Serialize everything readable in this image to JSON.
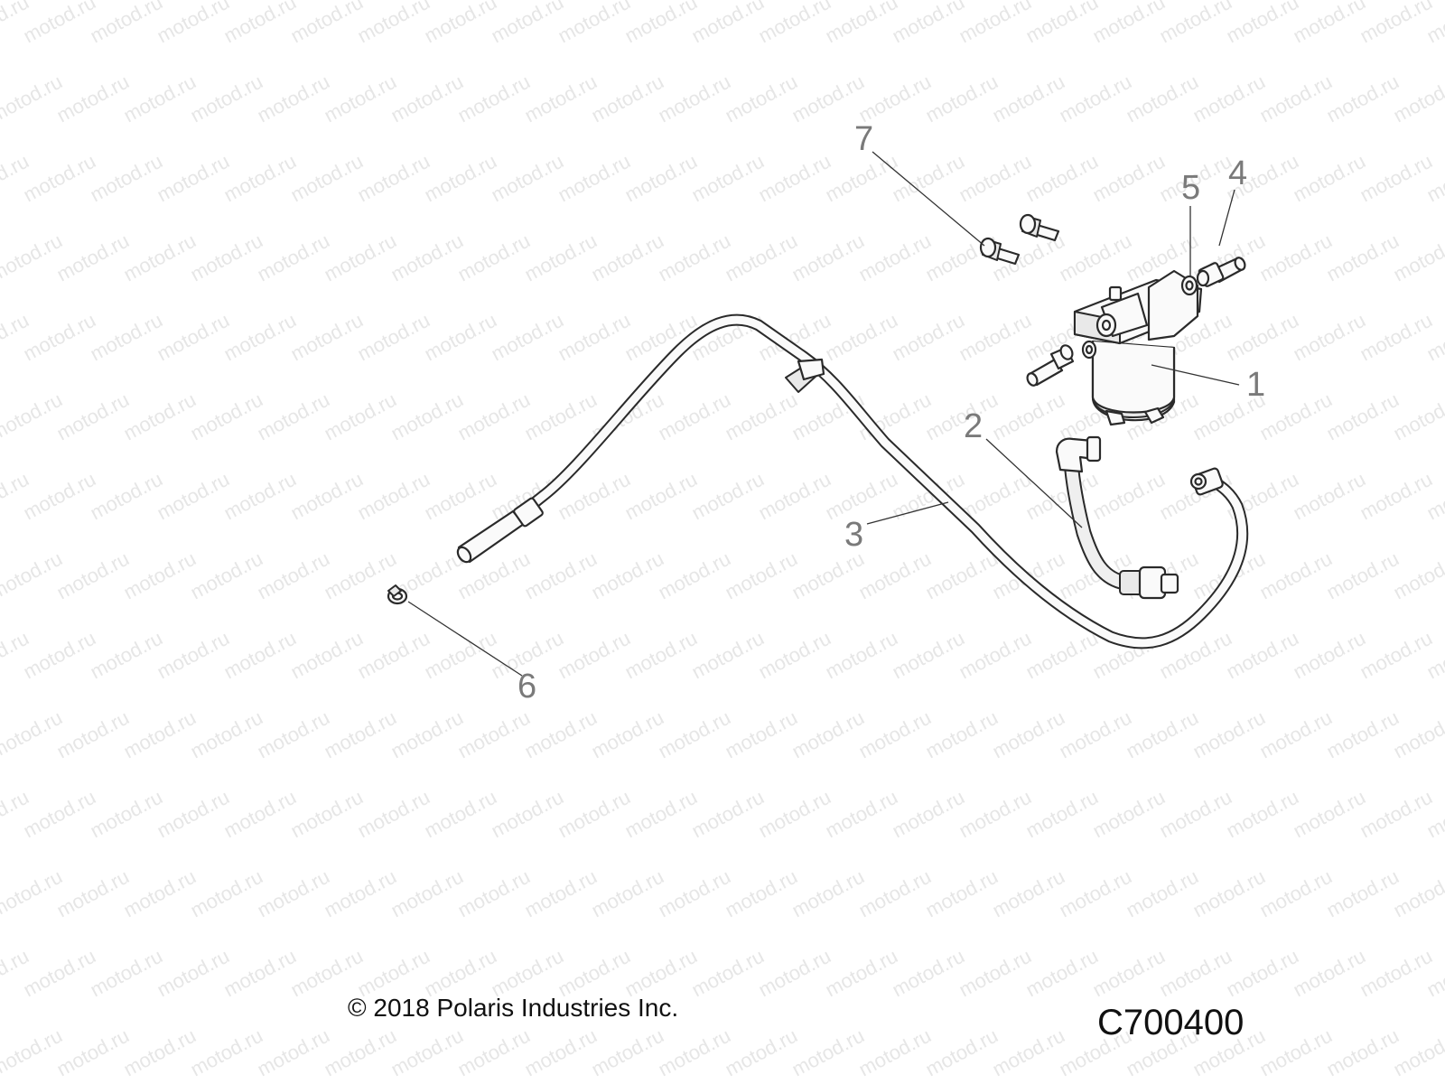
{
  "watermark": "motod.ru",
  "callouts": [
    "1",
    "2",
    "3",
    "4",
    "5",
    "6",
    "7"
  ],
  "copyright": "© 2018 Polaris Industries Inc.",
  "figure_code": "C700400"
}
